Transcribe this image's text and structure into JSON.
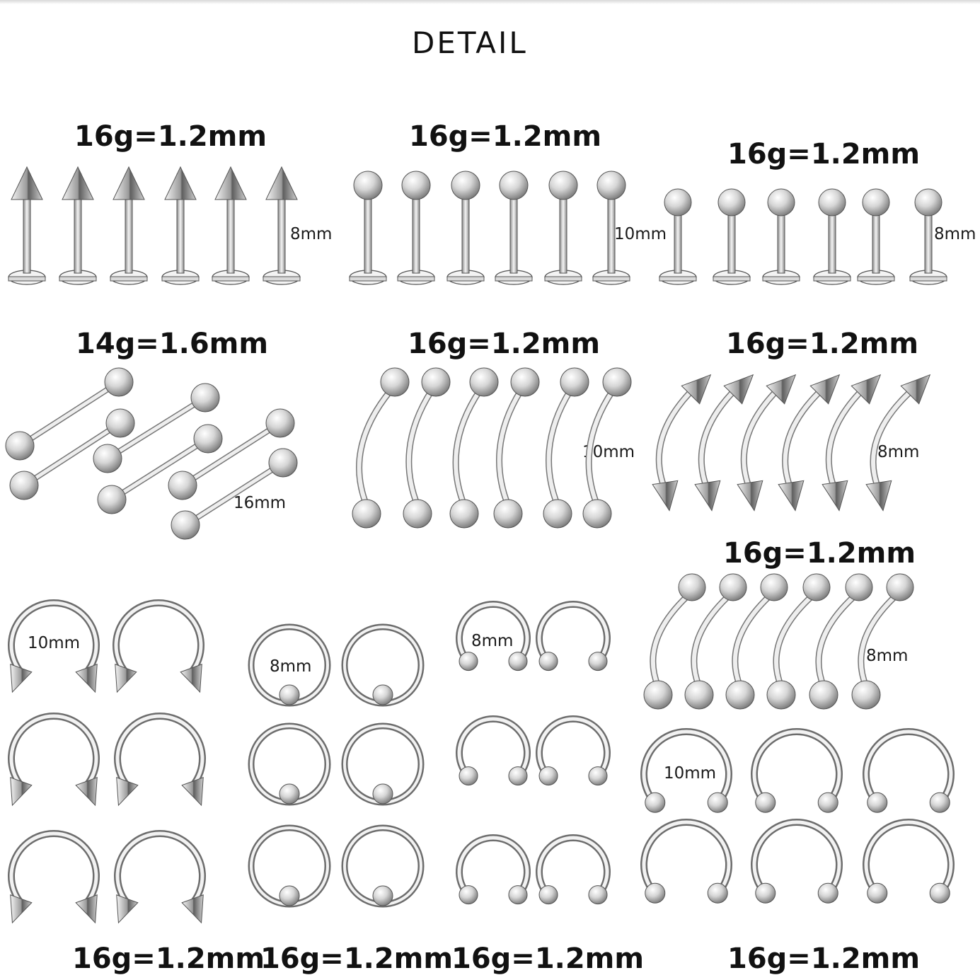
{
  "title": "DETAIL",
  "colors": {
    "metal_light": "#f7f7f7",
    "metal_mid": "#bdbdbd",
    "metal_dark": "#6e6e6e",
    "outline": "#555555"
  },
  "groups": [
    {
      "id": "spike-labret",
      "gauge": "16g=1.2mm",
      "size": "8mm",
      "item_shape": "labret-spike",
      "count": 6
    },
    {
      "id": "ball-labret-10",
      "gauge": "16g=1.2mm",
      "size": "10mm",
      "item_shape": "labret-ball",
      "count": 6
    },
    {
      "id": "ball-labret-8",
      "gauge": "16g=1.2mm",
      "size": "8mm",
      "item_shape": "labret-ball",
      "count": 6
    },
    {
      "id": "straight-barbell",
      "gauge": "14g=1.6mm",
      "size": "16mm",
      "item_shape": "straight-barbell",
      "count": 6
    },
    {
      "id": "curved-ball-10",
      "gauge": "16g=1.2mm",
      "size": "10mm",
      "item_shape": "curved-barbell-ball",
      "count": 6
    },
    {
      "id": "curved-spike-8",
      "gauge": "16g=1.2mm",
      "size": "8mm",
      "item_shape": "curved-barbell-spike",
      "count": 6
    },
    {
      "id": "curved-ball-8",
      "gauge": "16g=1.2mm",
      "size": "8mm",
      "item_shape": "curved-barbell-ball",
      "count": 6
    },
    {
      "id": "horseshoe-spike",
      "gauge": "16g=1.2mm",
      "size": "10mm",
      "item_shape": "horseshoe-spike",
      "count": 6
    },
    {
      "id": "captive-ring",
      "gauge": "16g=1.2mm",
      "size": "8mm",
      "item_shape": "captive-bead-ring",
      "count": 6
    },
    {
      "id": "horseshoe-ball-8",
      "gauge": "16g=1.2mm",
      "size": "8mm",
      "item_shape": "horseshoe-ball",
      "count": 6
    },
    {
      "id": "horseshoe-ball-10",
      "gauge": "16g=1.2mm",
      "size": "10mm",
      "item_shape": "horseshoe-ball",
      "count": 6
    }
  ]
}
